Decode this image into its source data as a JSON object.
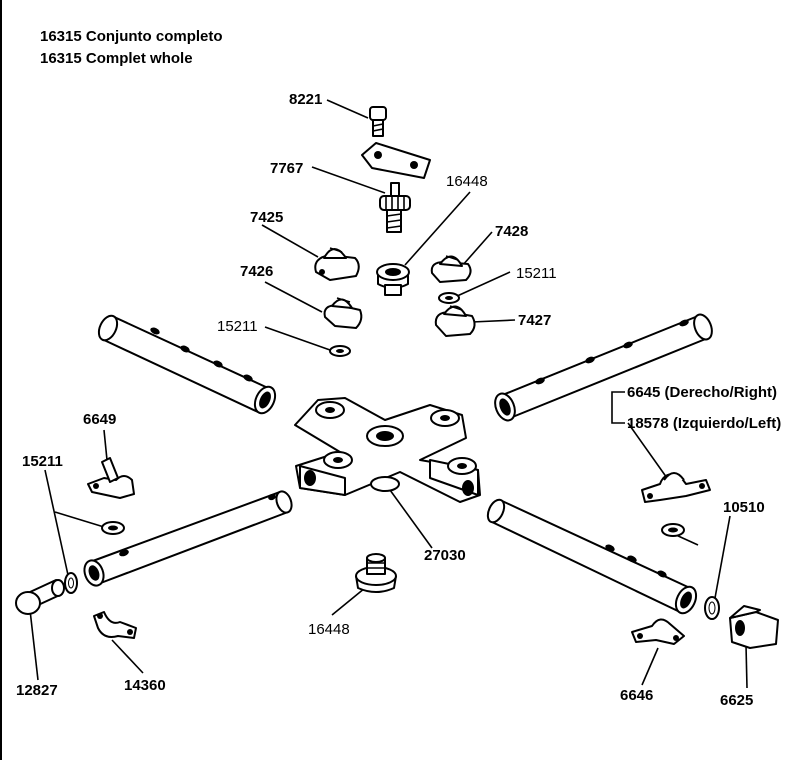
{
  "header": {
    "line1": "16315  Conjunto completo",
    "line2": "16315  Complet whole"
  },
  "labels": {
    "p8221": "8221",
    "p7767": "7767",
    "p16448_top": "16448",
    "p7425": "7425",
    "p7428": "7428",
    "p7426": "7426",
    "p15211_a": "15211",
    "p15211_b": "15211",
    "p7427": "7427",
    "p6645": "6645 (Derecho/Right)",
    "p18578": "18578 (Izquierdo/Left)",
    "p6649": "6649",
    "p15211_c": "15211",
    "p10510": "10510",
    "p27030": "27030",
    "p16448_bottom": "16448",
    "p12827": "12827",
    "p14360": "14360",
    "p6646": "6646",
    "p6625": "6625"
  }
}
